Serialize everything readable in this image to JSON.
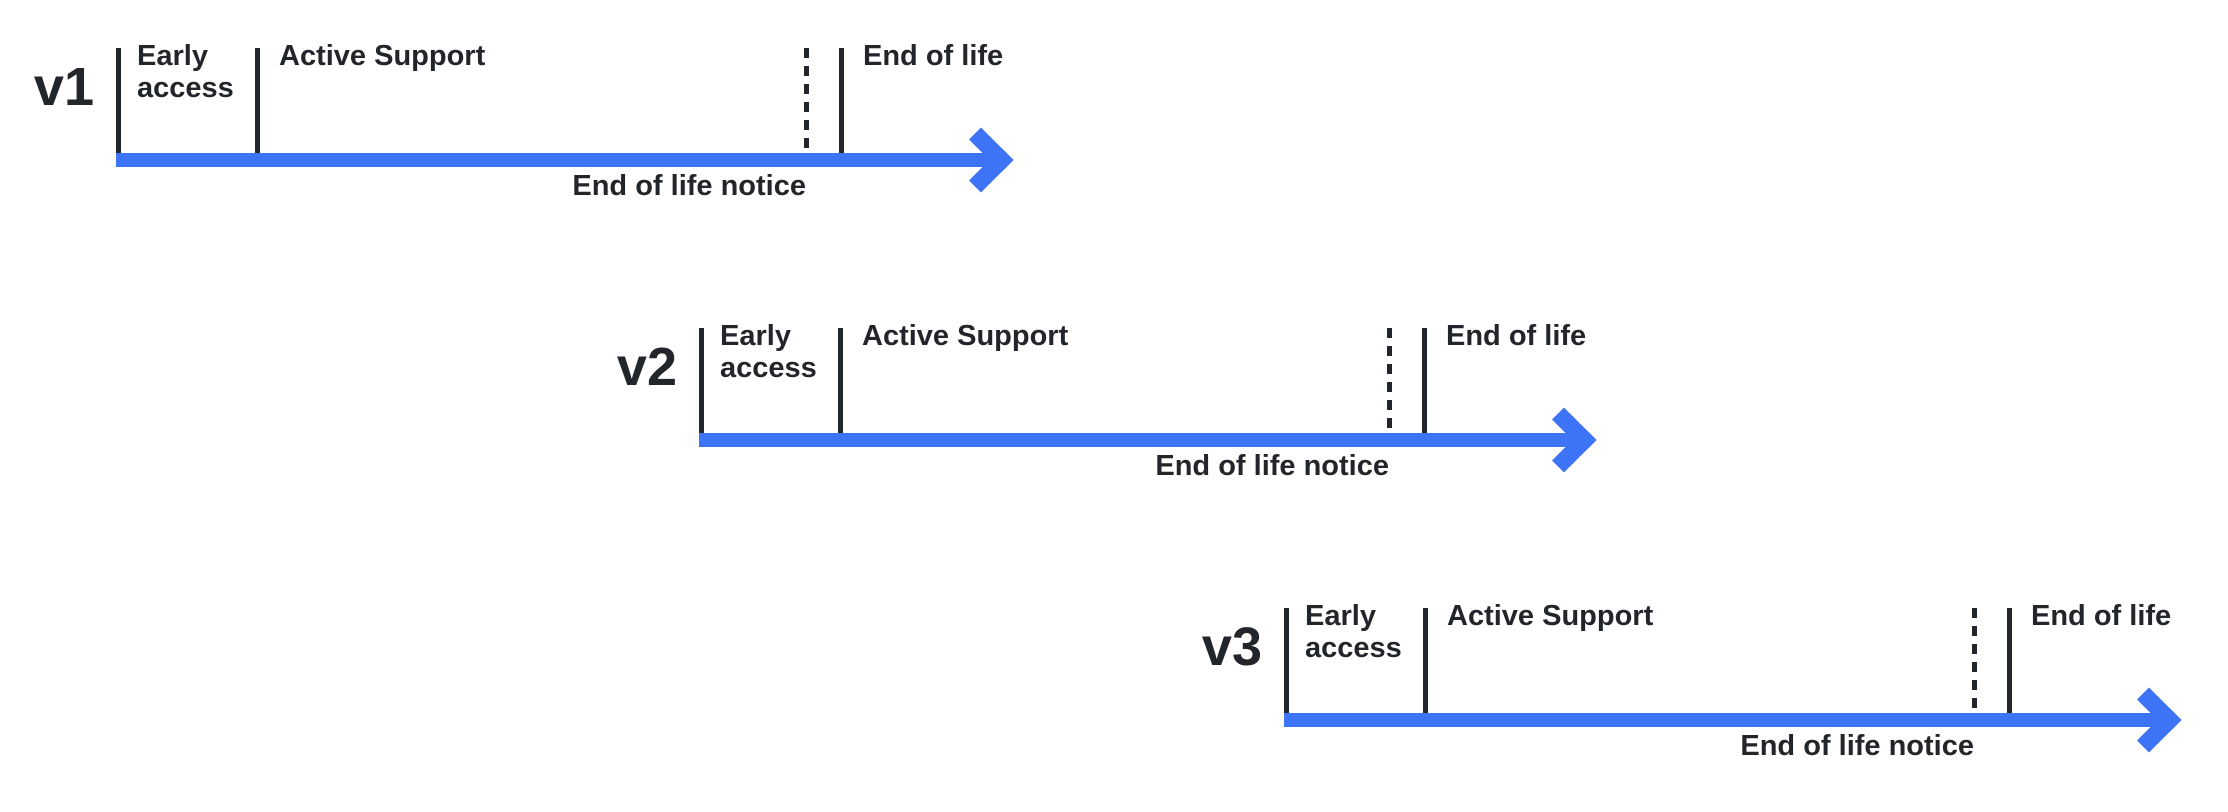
{
  "diagram": {
    "type": "version-lifecycle-timelines",
    "colors": {
      "arrow": "#3D73F5",
      "line": "#22262B",
      "text": "#22262B",
      "background": "#FFFFFF"
    },
    "timelines": [
      {
        "version": "v1",
        "labels": {
          "early_access": "Early access",
          "active_support": "Active Support",
          "end_of_life": "End of life",
          "end_of_life_notice": "End of life notice"
        }
      },
      {
        "version": "v2",
        "labels": {
          "early_access": "Early access",
          "active_support": "Active Support",
          "end_of_life": "End of life",
          "end_of_life_notice": "End of life notice"
        }
      },
      {
        "version": "v3",
        "labels": {
          "early_access": "Early access",
          "active_support": "Active Support",
          "end_of_life": "End of life",
          "end_of_life_notice": "End of life notice"
        }
      }
    ]
  }
}
